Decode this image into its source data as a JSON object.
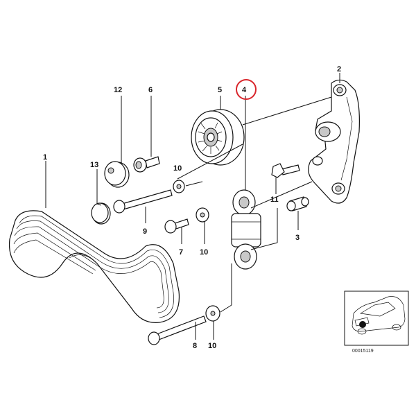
{
  "diagram": {
    "callouts": {
      "c1": "1",
      "c2": "2",
      "c3": "3",
      "c4": "4",
      "c5": "5",
      "c6": "6",
      "c7": "7",
      "c8": "8",
      "c9": "9",
      "c10a": "10",
      "c10b": "10",
      "c10c": "10",
      "c11": "11",
      "c12": "12",
      "c13": "13"
    },
    "highlight_color": "#d9262c",
    "inset_code": "00015119"
  }
}
